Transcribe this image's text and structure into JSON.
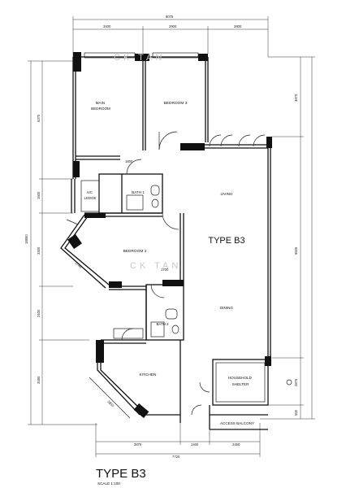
{
  "title": "TYPE B3",
  "scale": "SCALE  1:100",
  "center_label": "TYPE B3",
  "watermark": "CK TAN",
  "rooms": {
    "master_bedroom": "MAIN\nBEDROOM",
    "bedroom3": "BEDROOM 3",
    "bath1": "BATH 1",
    "ac_ledge": "A/C\nLEDGE",
    "living": "LIVING",
    "bedroom2": "BEDROOM 2",
    "dining": "DINING",
    "bath2": "BATH 2",
    "kitchen": "KITCHEN",
    "household_shelter": "HOUSEHOLD\nSHELTER",
    "access_balcony": "ACCESS BALCONY"
  },
  "dimensions": {
    "top_total": "8075",
    "top_seg1": "3400",
    "top_seg2": "2900",
    "top_seg3": "2800",
    "bottom_total": "7720",
    "bottom_seg1": "3870",
    "bottom_seg2": "1400",
    "bottom_seg3": "2450",
    "left_total": "18850",
    "left_seg1": "5370",
    "left_seg2": "1500",
    "left_seg3": "3300",
    "left_seg4": "2400",
    "left_seg5": "3480",
    "right_seg1": "3970",
    "right_seg2": "9505",
    "right_seg3": "2875",
    "right_seg4": "500",
    "inner_1800": "1800",
    "inner_2740": "2740",
    "inner_1700": "1700",
    "inner_3850": "3850"
  }
}
